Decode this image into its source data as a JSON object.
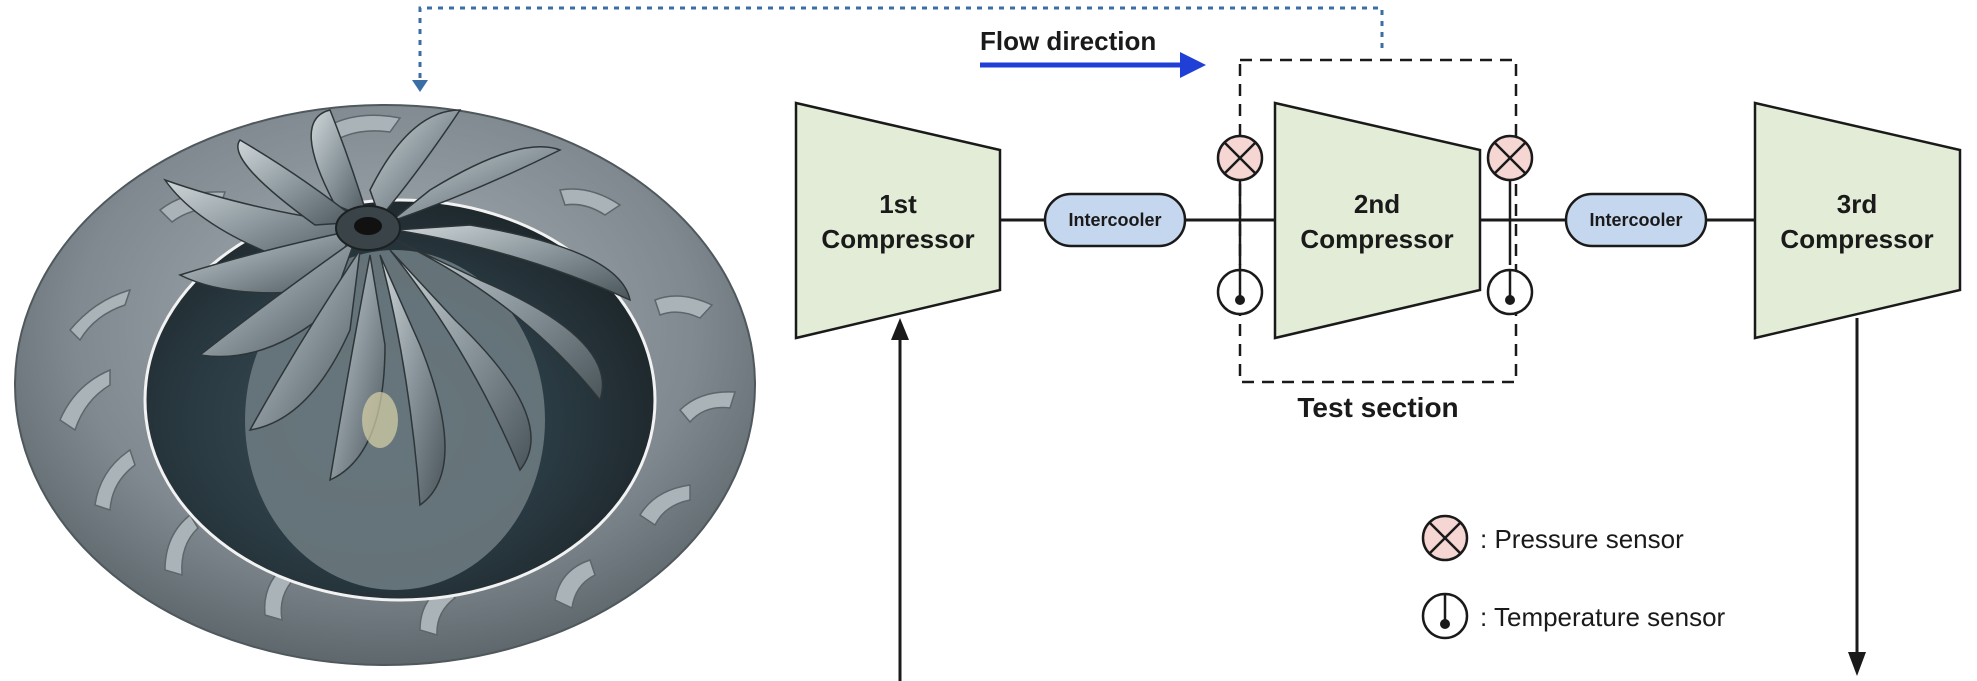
{
  "diagram": {
    "flow_label": "Flow direction",
    "test_section_label": "Test section",
    "compressors": [
      {
        "line1": "1st",
        "line2": "Compressor"
      },
      {
        "line1": "2nd",
        "line2": "Compressor"
      },
      {
        "line1": "3rd",
        "line2": "Compressor"
      }
    ],
    "intercoolers": [
      {
        "label": "Intercooler"
      },
      {
        "label": "Intercooler"
      }
    ],
    "legend": {
      "pressure": ": Pressure sensor",
      "temperature": ": Temperature sensor"
    }
  },
  "colors": {
    "compressor_fill": "#e3ecd6",
    "intercooler_fill": "#c5d7ef",
    "sensor_fill": "#f5d6d2",
    "flow_arrow": "#1f3fd6",
    "dotted_link": "#3b6ea5",
    "impeller_shroud": "#7b858c",
    "impeller_blade": "#9aa3a8"
  },
  "icons": {
    "pressure_sensor": "circle-x-pressure-sensor-icon",
    "temperature_sensor": "thermometer-sensor-icon",
    "impeller": "centrifugal-impeller-illustration"
  }
}
